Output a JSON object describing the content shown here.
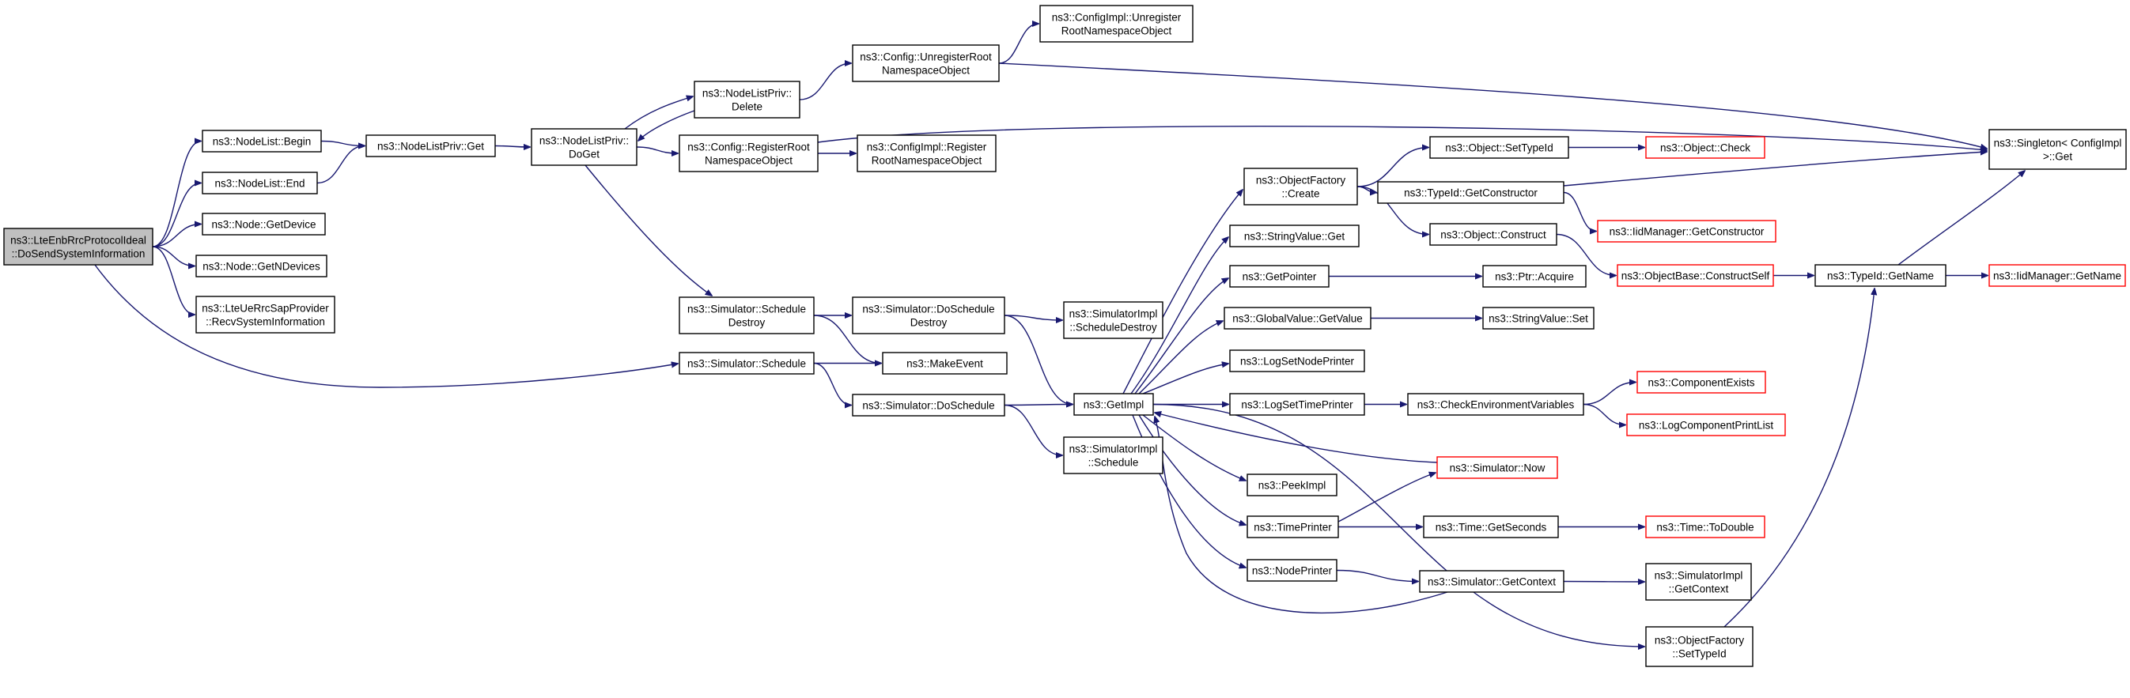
{
  "diagram": {
    "type": "call-graph",
    "nodes": [
      {
        "id": "root",
        "lines": [
          "ns3::LteEnbRrcProtocolIdeal",
          "::DoSendSystemInformation"
        ],
        "style": "root"
      },
      {
        "id": "nl_begin",
        "lines": [
          "ns3::NodeList::Begin"
        ],
        "style": "normal"
      },
      {
        "id": "nl_end",
        "lines": [
          "ns3::NodeList::End"
        ],
        "style": "normal"
      },
      {
        "id": "node_getdevice",
        "lines": [
          "ns3::Node::GetDevice"
        ],
        "style": "normal"
      },
      {
        "id": "node_getndevices",
        "lines": [
          "ns3::Node::GetNDevices"
        ],
        "style": "normal"
      },
      {
        "id": "recvsysinfo",
        "lines": [
          "ns3::LteUeRrcSapProvider",
          "::RecvSystemInformation"
        ],
        "style": "normal"
      },
      {
        "id": "nlp_get",
        "lines": [
          "ns3::NodeListPriv::Get"
        ],
        "style": "normal"
      },
      {
        "id": "nlp_doget",
        "lines": [
          "ns3::NodeListPriv::",
          "DoGet"
        ],
        "style": "normal"
      },
      {
        "id": "nlp_delete",
        "lines": [
          "ns3::NodeListPriv::",
          "Delete"
        ],
        "style": "normal"
      },
      {
        "id": "cfg_unreg",
        "lines": [
          "ns3::Config::UnregisterRoot",
          "NamespaceObject"
        ],
        "style": "normal"
      },
      {
        "id": "cfgimpl_unreg",
        "lines": [
          "ns3::ConfigImpl::Unregister",
          "RootNamespaceObject"
        ],
        "style": "normal"
      },
      {
        "id": "cfg_reg",
        "lines": [
          "ns3::Config::RegisterRoot",
          "NamespaceObject"
        ],
        "style": "normal"
      },
      {
        "id": "cfgimpl_reg",
        "lines": [
          "ns3::ConfigImpl::Register",
          "RootNamespaceObject"
        ],
        "style": "normal"
      },
      {
        "id": "singleton_get",
        "lines": [
          "ns3::Singleton< ConfigImpl",
          " >::Get"
        ],
        "style": "normal"
      },
      {
        "id": "sim_scheddestroy",
        "lines": [
          "ns3::Simulator::Schedule",
          "Destroy"
        ],
        "style": "normal"
      },
      {
        "id": "sim_doscheddestroy",
        "lines": [
          "ns3::Simulator::DoSchedule",
          "Destroy"
        ],
        "style": "normal"
      },
      {
        "id": "simimpl_scheddestroy",
        "lines": [
          "ns3::SimulatorImpl",
          "::ScheduleDestroy"
        ],
        "style": "normal"
      },
      {
        "id": "makeevent",
        "lines": [
          "ns3::MakeEvent"
        ],
        "style": "normal"
      },
      {
        "id": "sim_schedule",
        "lines": [
          "ns3::Simulator::Schedule"
        ],
        "style": "normal"
      },
      {
        "id": "sim_doschedule",
        "lines": [
          "ns3::Simulator::DoSchedule"
        ],
        "style": "normal"
      },
      {
        "id": "simimpl_schedule",
        "lines": [
          "ns3::SimulatorImpl",
          "::Schedule"
        ],
        "style": "normal"
      },
      {
        "id": "getimpl",
        "lines": [
          "ns3::GetImpl"
        ],
        "style": "normal"
      },
      {
        "id": "objfactory_create",
        "lines": [
          "ns3::ObjectFactory",
          "::Create"
        ],
        "style": "normal"
      },
      {
        "id": "stringvalue_get",
        "lines": [
          "ns3::StringValue::Get"
        ],
        "style": "normal"
      },
      {
        "id": "getpointer",
        "lines": [
          "ns3::GetPointer"
        ],
        "style": "normal"
      },
      {
        "id": "globalvalue_getvalue",
        "lines": [
          "ns3::GlobalValue::GetValue"
        ],
        "style": "normal"
      },
      {
        "id": "logsetnodeprinter",
        "lines": [
          "ns3::LogSetNodePrinter"
        ],
        "style": "normal"
      },
      {
        "id": "logsettimeprinter",
        "lines": [
          "ns3::LogSetTimePrinter"
        ],
        "style": "normal"
      },
      {
        "id": "peekimpl",
        "lines": [
          "ns3::PeekImpl"
        ],
        "style": "normal"
      },
      {
        "id": "timeprinter",
        "lines": [
          "ns3::TimePrinter"
        ],
        "style": "normal"
      },
      {
        "id": "nodeprinter",
        "lines": [
          "ns3::NodePrinter"
        ],
        "style": "normal"
      },
      {
        "id": "object_settypeid",
        "lines": [
          "ns3::Object::SetTypeId"
        ],
        "style": "normal"
      },
      {
        "id": "typeid_getconstructor",
        "lines": [
          "ns3::TypeId::GetConstructor"
        ],
        "style": "normal"
      },
      {
        "id": "object_construct",
        "lines": [
          "ns3::Object::Construct"
        ],
        "style": "normal"
      },
      {
        "id": "ptr_acquire",
        "lines": [
          "ns3::Ptr::Acquire"
        ],
        "style": "normal"
      },
      {
        "id": "stringvalue_set",
        "lines": [
          "ns3::StringValue::Set"
        ],
        "style": "normal"
      },
      {
        "id": "checkenv",
        "lines": [
          "ns3::CheckEnvironmentVariables"
        ],
        "style": "normal"
      },
      {
        "id": "time_getseconds",
        "lines": [
          "ns3::Time::GetSeconds"
        ],
        "style": "normal"
      },
      {
        "id": "sim_getcontext",
        "lines": [
          "ns3::Simulator::GetContext"
        ],
        "style": "normal"
      },
      {
        "id": "objfactory_settypeid",
        "lines": [
          "ns3::ObjectFactory",
          "::SetTypeId"
        ],
        "style": "normal"
      },
      {
        "id": "object_check",
        "lines": [
          "ns3::Object::Check"
        ],
        "style": "red"
      },
      {
        "id": "iidmanager_getconstructor",
        "lines": [
          "ns3::IidManager::GetConstructor"
        ],
        "style": "red"
      },
      {
        "id": "objectbase_constructself",
        "lines": [
          "ns3::ObjectBase::ConstructSelf"
        ],
        "style": "red"
      },
      {
        "id": "componentexists",
        "lines": [
          "ns3::ComponentExists"
        ],
        "style": "red"
      },
      {
        "id": "logcomponentprintlist",
        "lines": [
          "ns3::LogComponentPrintList"
        ],
        "style": "red"
      },
      {
        "id": "sim_now",
        "lines": [
          "ns3::Simulator::Now"
        ],
        "style": "red"
      },
      {
        "id": "time_todouble",
        "lines": [
          "ns3::Time::ToDouble"
        ],
        "style": "red"
      },
      {
        "id": "simimpl_getcontext",
        "lines": [
          "ns3::SimulatorImpl",
          "::GetContext"
        ],
        "style": "normal"
      },
      {
        "id": "typeid_getname",
        "lines": [
          "ns3::TypeId::GetName"
        ],
        "style": "normal"
      },
      {
        "id": "iidmanager_getname",
        "lines": [
          "ns3::IidManager::GetName"
        ],
        "style": "red"
      }
    ],
    "edges": [
      [
        "root",
        "nl_begin"
      ],
      [
        "root",
        "nl_end"
      ],
      [
        "root",
        "node_getdevice"
      ],
      [
        "root",
        "node_getndevices"
      ],
      [
        "root",
        "recvsysinfo"
      ],
      [
        "root",
        "sim_schedule"
      ],
      [
        "nl_begin",
        "nlp_get"
      ],
      [
        "nl_end",
        "nlp_get"
      ],
      [
        "nlp_get",
        "nlp_doget"
      ],
      [
        "nlp_doget",
        "nlp_delete"
      ],
      [
        "nlp_delete",
        "nlp_doget"
      ],
      [
        "nlp_doget",
        "cfg_reg"
      ],
      [
        "nlp_doget",
        "sim_scheddestroy"
      ],
      [
        "nlp_delete",
        "cfg_unreg"
      ],
      [
        "cfg_unreg",
        "cfgimpl_unreg"
      ],
      [
        "cfg_unreg",
        "singleton_get"
      ],
      [
        "cfg_reg",
        "cfgimpl_reg"
      ],
      [
        "cfg_reg",
        "singleton_get"
      ],
      [
        "sim_scheddestroy",
        "sim_doscheddestroy"
      ],
      [
        "sim_scheddestroy",
        "makeevent"
      ],
      [
        "sim_doscheddestroy",
        "simimpl_scheddestroy"
      ],
      [
        "sim_doscheddestroy",
        "getimpl"
      ],
      [
        "sim_schedule",
        "makeevent"
      ],
      [
        "sim_schedule",
        "sim_doschedule"
      ],
      [
        "sim_doschedule",
        "getimpl"
      ],
      [
        "sim_doschedule",
        "simimpl_schedule"
      ],
      [
        "getimpl",
        "objfactory_create"
      ],
      [
        "getimpl",
        "stringvalue_get"
      ],
      [
        "getimpl",
        "getpointer"
      ],
      [
        "getimpl",
        "globalvalue_getvalue"
      ],
      [
        "getimpl",
        "logsetnodeprinter"
      ],
      [
        "getimpl",
        "logsettimeprinter"
      ],
      [
        "getimpl",
        "peekimpl"
      ],
      [
        "getimpl",
        "timeprinter"
      ],
      [
        "getimpl",
        "nodeprinter"
      ],
      [
        "getimpl",
        "objfactory_settypeid"
      ],
      [
        "objfactory_create",
        "object_settypeid"
      ],
      [
        "objfactory_create",
        "typeid_getconstructor"
      ],
      [
        "objfactory_create",
        "object_construct"
      ],
      [
        "object_settypeid",
        "object_check"
      ],
      [
        "typeid_getconstructor",
        "singleton_get"
      ],
      [
        "typeid_getconstructor",
        "iidmanager_getconstructor"
      ],
      [
        "object_construct",
        "objectbase_constructself"
      ],
      [
        "objectbase_constructself",
        "typeid_getname"
      ],
      [
        "typeid_getname",
        "iidmanager_getname"
      ],
      [
        "typeid_getname",
        "singleton_get"
      ],
      [
        "getpointer",
        "ptr_acquire"
      ],
      [
        "globalvalue_getvalue",
        "stringvalue_set"
      ],
      [
        "logsettimeprinter",
        "checkenv"
      ],
      [
        "checkenv",
        "componentexists"
      ],
      [
        "checkenv",
        "logcomponentprintlist"
      ],
      [
        "sim_now",
        "getimpl"
      ],
      [
        "timeprinter",
        "sim_now"
      ],
      [
        "timeprinter",
        "time_getseconds"
      ],
      [
        "time_getseconds",
        "time_todouble"
      ],
      [
        "nodeprinter",
        "sim_getcontext"
      ],
      [
        "sim_getcontext",
        "simimpl_getcontext"
      ],
      [
        "sim_getcontext",
        "getimpl"
      ],
      [
        "objfactory_settypeid",
        "typeid_getname"
      ]
    ]
  }
}
